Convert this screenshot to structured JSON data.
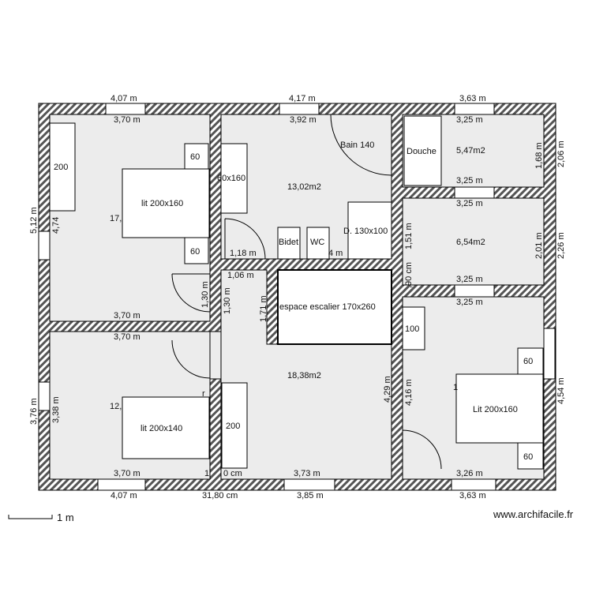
{
  "rooms": [
    {
      "name": "bedroom-top-left",
      "area": "17,"
    },
    {
      "name": "bathroom",
      "area": "13,02m2",
      "label": "Bain 140"
    },
    {
      "name": "shower-room",
      "area": "5,47m2",
      "label": "Douche"
    },
    {
      "name": "room-mid-right",
      "area": "6,54m2"
    },
    {
      "name": "hall",
      "area": "18,38m2"
    },
    {
      "name": "bedroom-bottom-left",
      "area": "12,"
    },
    {
      "name": "bedroom-bottom-right",
      "area": "1"
    }
  ],
  "furniture": {
    "bed_tl": "lit 200x160",
    "bed_bl": "lit 200x140",
    "bed_br": "Lit 200x160",
    "wardrobe_tl": "200",
    "wardrobe_hall": "200",
    "wardrobe_br": "100",
    "night_tl_top": "60",
    "night_tl_bottom": "60",
    "night_br_top": "60",
    "night_br_bottom": "60",
    "cabinet_mid": "60x160",
    "bidet": "Bidet",
    "wc": "WC",
    "shower_tray": "D. 130x100",
    "stairs": "espace escalier 170x260"
  },
  "dimensions": {
    "top_outer_1": "4,07 m",
    "top_inner_1": "3,70 m",
    "top_outer_2": "4,17 m",
    "top_inner_2": "3,92 m",
    "top_outer_3": "3,63 m",
    "top_inner_3": "3,25 m",
    "shower_bottom": "3,25 m",
    "mid_right_top": "3,25 m",
    "mid_right_bottom": "3,25 m",
    "br_top": "3,25 m",
    "left_outer": "5,12 m",
    "left_inner": "4,74",
    "right_1_inner": "1,68 m",
    "right_1_outer": "2,06 m",
    "right_2_inner": "2,01 m",
    "right_2_outer": "2,26 m",
    "right_3_outer": "4,54 m",
    "mid_v_1": "1,51 m",
    "mid_v_2": ",90 cm",
    "wall_118": "1,18 m",
    "wall_106": "1,06 m",
    "wall_4m": "4 m",
    "door_130a": "1,30 m",
    "door_130b": "1,30 m",
    "stair_171": "1,71 m",
    "tl_bottom": "3,70 m",
    "bl_top": "3,70 m",
    "hall_v1": "4,29 m",
    "hall_v2": "4,16 m",
    "bl_left_outer": "3,76 m",
    "bl_left_inner": "3,38 m",
    "bl_bottom_inner": "3,70 m",
    "bl_bottom_outer": "4,07 m",
    "hall_bottom_cm": "0 cm",
    "hall_bottom_1": "1",
    "hall_bottom_inner": "3,73 m",
    "hall_bottom_outer": "3,85 m",
    "total_bottom": "31,80 cm",
    "br_bottom_inner": "3,26 m",
    "br_bottom_outer": "3,63 m",
    "mark_r": "r"
  },
  "scale_label": "1 m",
  "watermark": "www.archifacile.fr",
  "colors": {
    "floor": "#ececec",
    "wall": "#3a3a3a",
    "hatch": "#ffffff",
    "furniture": "#ffffff",
    "line": "#000000"
  }
}
